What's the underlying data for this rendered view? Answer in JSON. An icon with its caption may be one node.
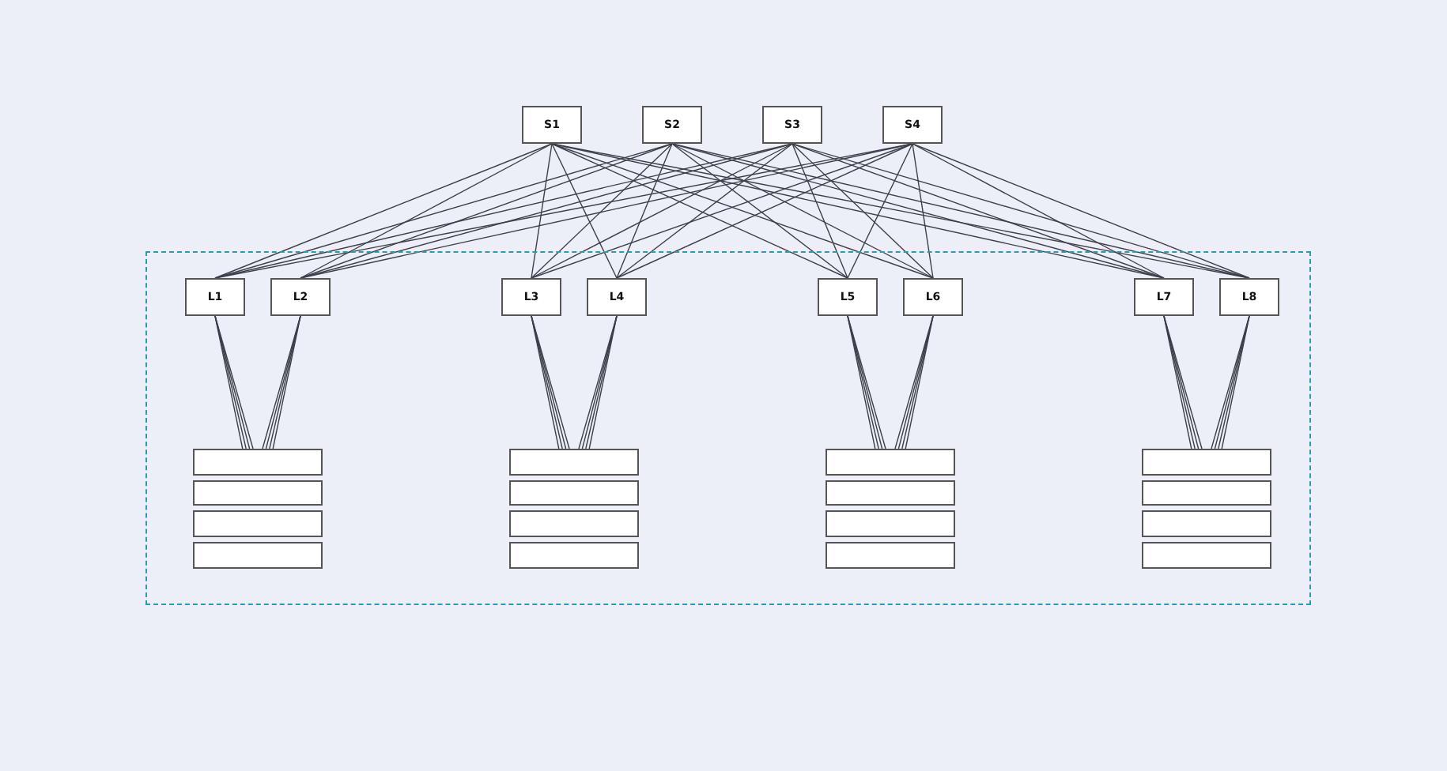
{
  "diagram": {
    "nodes": [
      {
        "text": [
          "S1"
        ]
      },
      {
        "text": [
          "S2"
        ]
      },
      {
        "text": [
          "S3"
        ]
      },
      {
        "text": [
          "S4"
        ]
      },
      {
        "text": [],
        "shape": "box"
      },
      {
        "text": [
          "L1"
        ],
        "in": 4
      },
      {
        "text": [
          "L2"
        ],
        "in": 4
      },
      {
        "text": [
          "L3"
        ],
        "in": 4
      },
      {
        "text": [
          "L4"
        ],
        "in": 4
      },
      {
        "text": [
          "L5"
        ],
        "in": 4
      },
      {
        "text": [
          "L6"
        ],
        "in": 4
      },
      {
        "text": [
          "L7"
        ],
        "in": 4
      },
      {
        "text": [
          "L8"
        ],
        "in": 4
      },
      {
        "text": [],
        "shape": "box",
        "in": 4
      },
      {
        "text": [],
        "shape": "box",
        "in": 4
      },
      {
        "text": [],
        "shape": "box",
        "in": 4
      },
      {
        "text": [],
        "shape": "box",
        "in": 4
      },
      {
        "text": [],
        "shape": "box",
        "in": 4
      },
      {
        "text": [],
        "shape": "box",
        "in": 4
      },
      {
        "text": [],
        "shape": "box",
        "in": 4
      },
      {
        "text": [],
        "shape": "box",
        "in": 4
      },
      {
        "text": [],
        "shape": "box",
        "in": 4
      },
      {
        "text": [],
        "shape": "box",
        "in": 4
      },
      {
        "text": [],
        "shape": "box",
        "in": 4
      },
      {
        "text": [],
        "shape": "box",
        "in": 4
      },
      {
        "text": [],
        "shape": "box",
        "in": 4
      },
      {
        "text": [],
        "shape": "box",
        "in": 4
      },
      {
        "text": [],
        "shape": "box",
        "in": 4
      },
      {
        "text": [],
        "shape": "box",
        "in": 4
      }
    ],
    "edges": [
      {
        "from": 0,
        "to": 5,
        "arrow": "none"
      },
      {
        "from": 0,
        "to": 6,
        "arrow": "none"
      },
      {
        "from": 0,
        "to": 7,
        "arrow": "none"
      },
      {
        "from": 0,
        "to": 8,
        "arrow": "none"
      },
      {
        "from": 0,
        "to": 9,
        "arrow": "none"
      },
      {
        "from": 0,
        "to": 10,
        "arrow": "none"
      },
      {
        "from": 0,
        "to": 11,
        "arrow": "none"
      },
      {
        "from": 0,
        "to": 12,
        "arrow": "none"
      },
      {
        "from": 1,
        "to": 5,
        "arrow": "none"
      },
      {
        "from": 1,
        "to": 6,
        "arrow": "none"
      },
      {
        "from": 1,
        "to": 7,
        "arrow": "none"
      },
      {
        "from": 1,
        "to": 8,
        "arrow": "none"
      },
      {
        "from": 1,
        "to": 9,
        "arrow": "none"
      },
      {
        "from": 1,
        "to": 10,
        "arrow": "none"
      },
      {
        "from": 1,
        "to": 11,
        "arrow": "none"
      },
      {
        "from": 1,
        "to": 12,
        "arrow": "none"
      },
      {
        "from": 2,
        "to": 5,
        "arrow": "none"
      },
      {
        "from": 2,
        "to": 6,
        "arrow": "none"
      },
      {
        "from": 2,
        "to": 7,
        "arrow": "none"
      },
      {
        "from": 2,
        "to": 8,
        "arrow": "none"
      },
      {
        "from": 2,
        "to": 9,
        "arrow": "none"
      },
      {
        "from": 2,
        "to": 10,
        "arrow": "none"
      },
      {
        "from": 2,
        "to": 11,
        "arrow": "none"
      },
      {
        "from": 2,
        "to": 12,
        "arrow": "none"
      },
      {
        "from": 3,
        "to": 5,
        "arrow": "none"
      },
      {
        "from": 3,
        "to": 6,
        "arrow": "none"
      },
      {
        "from": 3,
        "to": 7,
        "arrow": "none"
      },
      {
        "from": 3,
        "to": 8,
        "arrow": "none"
      },
      {
        "from": 3,
        "to": 9,
        "arrow": "none"
      },
      {
        "from": 3,
        "to": 10,
        "arrow": "none"
      },
      {
        "from": 3,
        "to": 11,
        "arrow": "none"
      },
      {
        "from": 3,
        "to": 12,
        "arrow": "none"
      },
      {
        "from": 5,
        "to": 13,
        "arrow": "none"
      },
      {
        "from": 5,
        "to": 13,
        "arrow": "none"
      },
      {
        "from": 5,
        "to": 13,
        "arrow": "none"
      },
      {
        "from": 5,
        "to": 13,
        "arrow": "none"
      },
      {
        "from": 6,
        "to": 13,
        "arrow": "none"
      },
      {
        "from": 6,
        "to": 13,
        "arrow": "none"
      },
      {
        "from": 6,
        "to": 13,
        "arrow": "none"
      },
      {
        "from": 6,
        "to": 13,
        "arrow": "none"
      },
      {
        "from": 7,
        "to": 17,
        "arrow": "none"
      },
      {
        "from": 7,
        "to": 17,
        "arrow": "none"
      },
      {
        "from": 7,
        "to": 17,
        "arrow": "none"
      },
      {
        "from": 7,
        "to": 17,
        "arrow": "none"
      },
      {
        "from": 8,
        "to": 17,
        "arrow": "none"
      },
      {
        "from": 8,
        "to": 17,
        "arrow": "none"
      },
      {
        "from": 8,
        "to": 17,
        "arrow": "none"
      },
      {
        "from": 8,
        "to": 17,
        "arrow": "none"
      },
      {
        "from": 9,
        "to": 21,
        "arrow": "none"
      },
      {
        "from": 9,
        "to": 21,
        "arrow": "none"
      },
      {
        "from": 9,
        "to": 21,
        "arrow": "none"
      },
      {
        "from": 9,
        "to": 21,
        "arrow": "none"
      },
      {
        "from": 10,
        "to": 21,
        "arrow": "none"
      },
      {
        "from": 10,
        "to": 21,
        "arrow": "none"
      },
      {
        "from": 10,
        "to": 21,
        "arrow": "none"
      },
      {
        "from": 10,
        "to": 21,
        "arrow": "none"
      },
      {
        "from": 11,
        "to": 25,
        "arrow": "none"
      },
      {
        "from": 11,
        "to": 25,
        "arrow": "none"
      },
      {
        "from": 11,
        "to": 25,
        "arrow": "none"
      },
      {
        "from": 11,
        "to": 25,
        "arrow": "none"
      },
      {
        "from": 12,
        "to": 25,
        "arrow": "none"
      },
      {
        "from": 12,
        "to": 25,
        "arrow": "none"
      },
      {
        "from": 12,
        "to": 25,
        "arrow": "none"
      },
      {
        "from": 12,
        "to": 25,
        "arrow": "none"
      }
    ]
  }
}
